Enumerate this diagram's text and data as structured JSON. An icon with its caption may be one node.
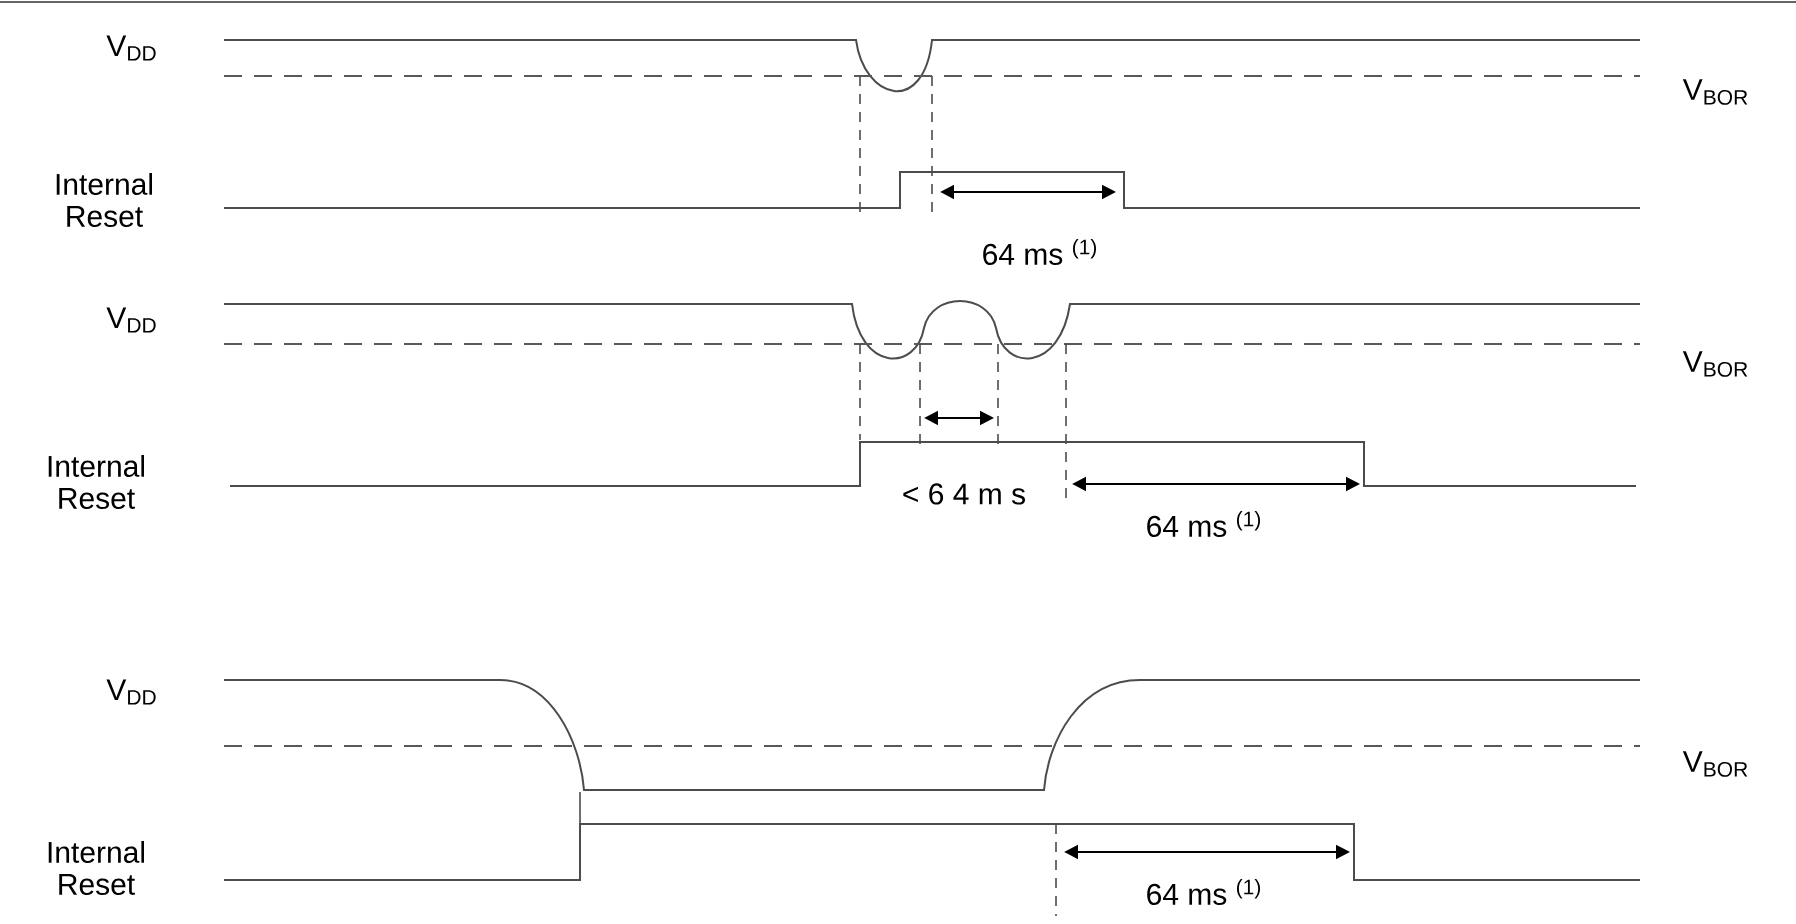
{
  "diagram": {
    "labels": [
      "V$_{DD}$",
      "V$_{BOR}$",
      "Internal Reset",
      "64 ms $^{(1)}$",
      "V$_{DD}$",
      "V$_{BOR}$",
      "Internal Reset",
      "< 6 4 m s",
      "64 ms $^{(1)}$",
      "V$_{DD}$",
      "V$_{BOR}$",
      "Internal Reset",
      "64 ms $^{(1)}$"
    ]
  }
}
